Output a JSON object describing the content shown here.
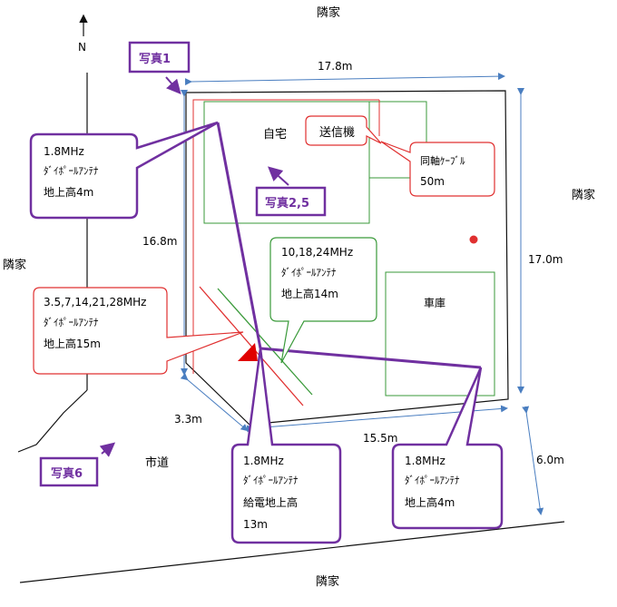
{
  "neighbors": {
    "top": "隣家",
    "left": "隣家",
    "right": "隣家",
    "bottom": "隣家"
  },
  "north": "N",
  "road": "市道",
  "buildings": {
    "house": "自宅",
    "garage": "車庫"
  },
  "photo_labels": {
    "photo1": "写真1",
    "photo25": "写真2,5",
    "photo6": "写真6"
  },
  "dimensions": {
    "top_width": "17.8m",
    "left_height": "16.8m",
    "right_height": "17.0m",
    "bottom_left": "3.3m",
    "bottom_right": "15.5m",
    "bottom_gap": "6.0m"
  },
  "callouts": {
    "transmitter": {
      "line1": "送信機"
    },
    "coax": {
      "line1": "同軸ｹｰﾌﾞﾙ",
      "line2": "50m"
    },
    "ant_1_8_north": {
      "line1": "1.8MHz",
      "line2": "ﾀﾞｲﾎﾟｰﾙｱﾝﾃﾅ",
      "line3": "地上高4m"
    },
    "ant_multi_low": {
      "line1": "3.5,7,14,21,28MHz",
      "line2": "ﾀﾞｲﾎﾟｰﾙｱﾝﾃﾅ",
      "line3": "地上高15m"
    },
    "ant_10_18_24": {
      "line1": "10,18,24MHz",
      "line2": "ﾀﾞｲﾎﾟｰﾙｱﾝﾃﾅ",
      "line3": "地上高14m"
    },
    "ant_1_8_feed": {
      "line1": "1.8MHz",
      "line2": "ﾀﾞｲﾎﾟｰﾙｱﾝﾃﾅ",
      "line3": "給電地上高",
      "line4": "13m"
    },
    "ant_1_8_east": {
      "line1": "1.8MHz",
      "line2": "ﾀﾞｲﾎﾟｰﾙｱﾝﾃﾅ",
      "line3": "地上高4m"
    }
  },
  "colors": {
    "purple": "#7030a0",
    "red": "#e03030",
    "green": "#3a9a3a",
    "blue": "#4a7ec0",
    "black": "#111111"
  }
}
